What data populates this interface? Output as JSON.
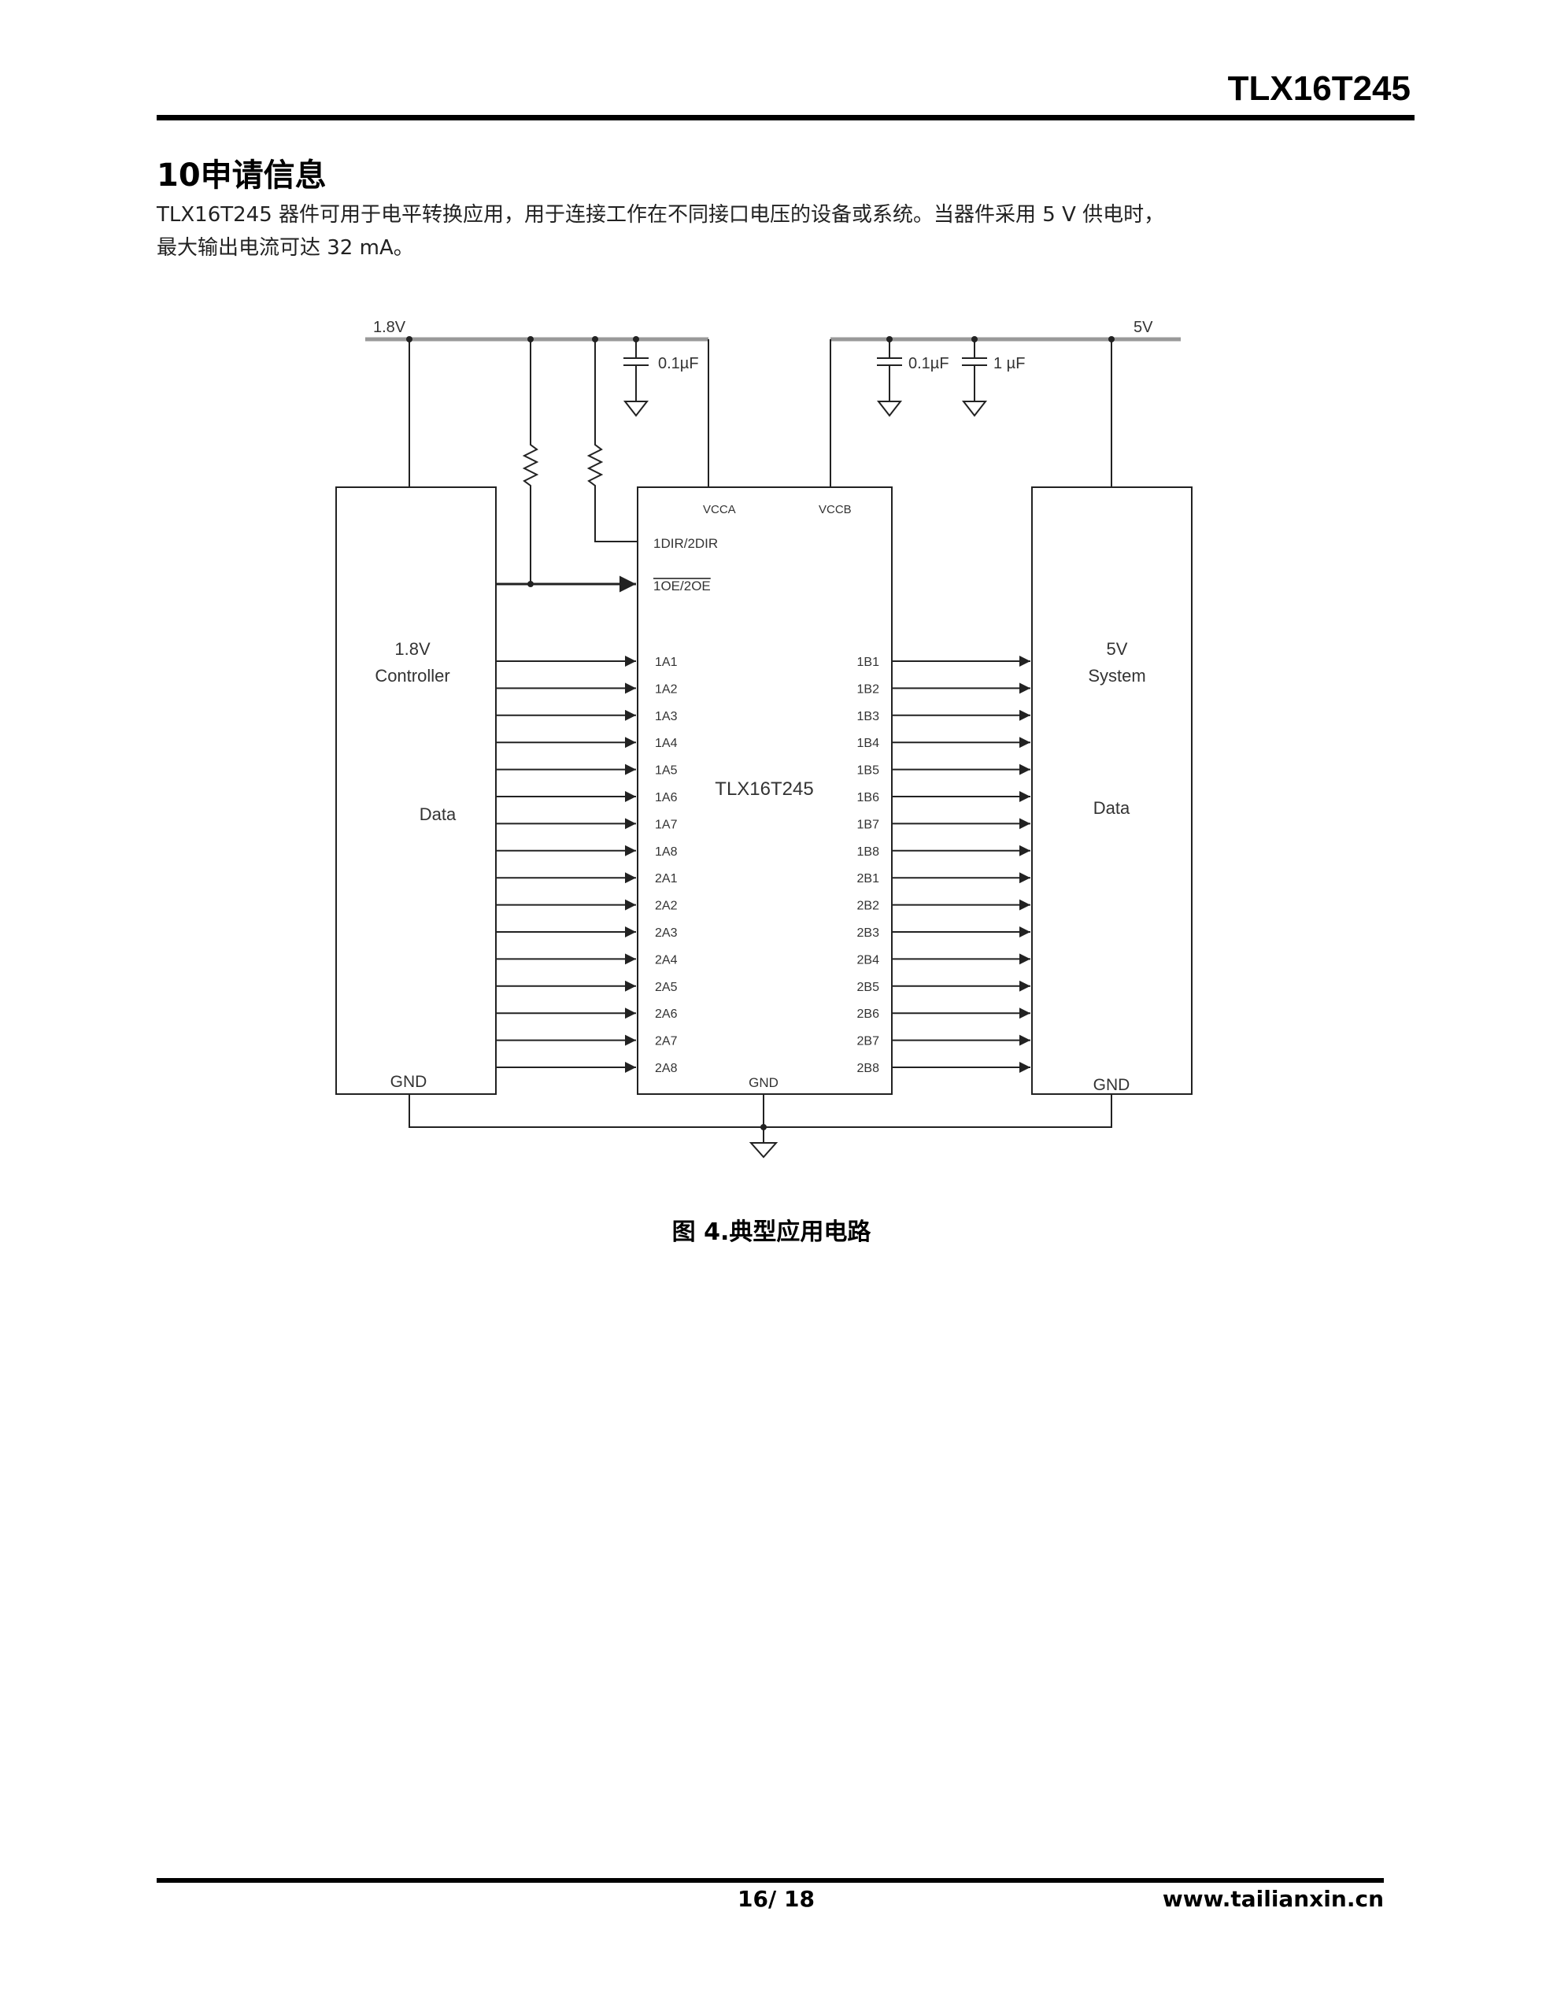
{
  "header": {
    "title": "TLX16T245"
  },
  "section": {
    "heading": "10申请信息",
    "paragraph_line1": "TLX16T245 器件可用于电平转换应用，用于连接工作在不同接口电压的设备或系统。当器件采用 5 V 供电时，",
    "paragraph_line2": "最大输出电流可达 32 mA。"
  },
  "diagram": {
    "rail_left": "1.8V",
    "rail_right": "5V",
    "cap_left": "0.1µF",
    "cap_right1": "0.1µF",
    "cap_right2": "1 µF",
    "vcca": "VCCA",
    "vccb": "VCCB",
    "dir": "1DIR/2DIR",
    "oe": "1OE/2OE",
    "chip_name": "TLX16T245",
    "left_box": {
      "line1": "1.8V",
      "line2": "Controller",
      "data": "Data",
      "gnd": "GND"
    },
    "right_box": {
      "line1": "5V",
      "line2": "System",
      "data": "Data",
      "gnd": "GND"
    },
    "chip_gnd": "GND",
    "a_pins": [
      "1A1",
      "1A2",
      "1A3",
      "1A4",
      "1A5",
      "1A6",
      "1A7",
      "1A8",
      "2A1",
      "2A2",
      "2A3",
      "2A4",
      "2A5",
      "2A6",
      "2A7",
      "2A8"
    ],
    "b_pins": [
      "1B1",
      "1B2",
      "1B3",
      "1B4",
      "1B5",
      "1B6",
      "1B7",
      "1B8",
      "2B1",
      "2B2",
      "2B3",
      "2B4",
      "2B5",
      "2B6",
      "2B7",
      "2B8"
    ]
  },
  "caption": "图 4.典型应用电路",
  "footer": {
    "page": "16/ 18",
    "website": "www.tailianxin.cn"
  }
}
